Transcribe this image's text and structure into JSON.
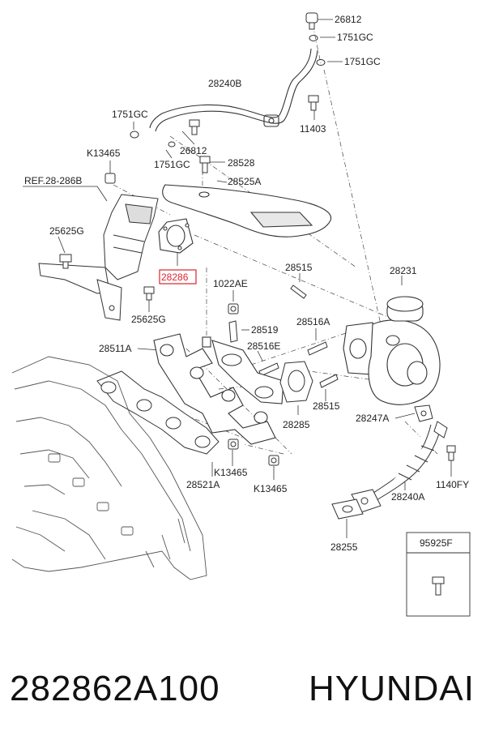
{
  "labels": {
    "l26812a": "26812",
    "l1751gc_a": "1751GC",
    "l1751gc_b": "1751GC",
    "l28240b": "28240B",
    "l1751gc_c": "1751GC",
    "l11403": "11403",
    "lk13465a": "K13465",
    "l26812b": "26812",
    "l1751gc_d": "1751GC",
    "l28528": "28528",
    "lref": "REF.28-286B",
    "l28525a": "28525A",
    "l25625g_a": "25625G",
    "l28286": "28286",
    "l28515a": "28515",
    "l28231": "28231",
    "l1022ae": "1022AE",
    "l25625g_b": "25625G",
    "l28519": "28519",
    "l28516a": "28516A",
    "l28511a": "28511A",
    "l28516e": "28516E",
    "l28515b": "28515",
    "l28285": "28285",
    "l28247a": "28247A",
    "lk13465b": "K13465",
    "lk13465c": "K13465",
    "l28521a": "28521A",
    "l1140fy": "1140FY",
    "l28240a": "28240A",
    "l28255": "28255",
    "l95925f": "95925F"
  },
  "highlight_color": "#d9262c",
  "footer": {
    "part_number": "282862A100",
    "brand": "HYUNDAI"
  }
}
